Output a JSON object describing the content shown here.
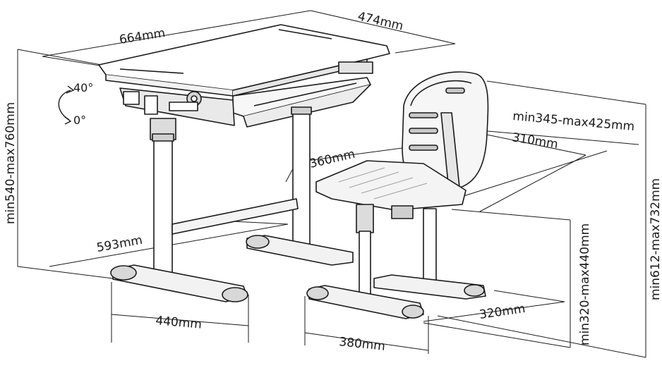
{
  "dimensions": {
    "desk_length": "664mm",
    "desk_depth": "474mm",
    "desk_height": "min540-max760mm",
    "tilt_max": "40°",
    "tilt_min": "0°",
    "desk_leg_span": "593mm",
    "desk_base_width": "440mm",
    "seat_depth": "360mm",
    "backrest_height": "min345-max425mm",
    "backrest_width": "310mm",
    "seat_height": "min320-max440mm",
    "chair_total_height": "min612-max732mm",
    "chair_base_depth": "320mm",
    "chair_base_width": "380mm"
  },
  "colors": {
    "line": "#1a1a1a",
    "accent_fill": "#cfcfcf",
    "background": "#ffffff"
  }
}
